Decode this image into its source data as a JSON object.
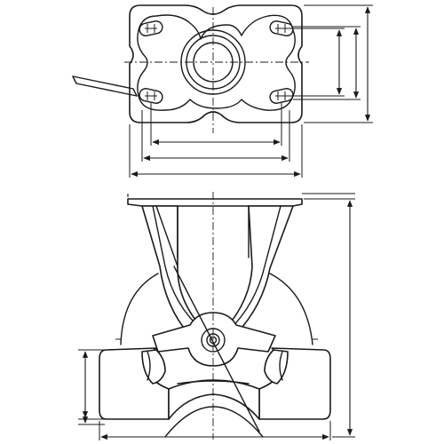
{
  "drawing": {
    "views": [
      "top-plate-view",
      "side-view"
    ],
    "mounting_holes": 4,
    "line_color": "#1a1a1a",
    "background": "#ffffff"
  }
}
